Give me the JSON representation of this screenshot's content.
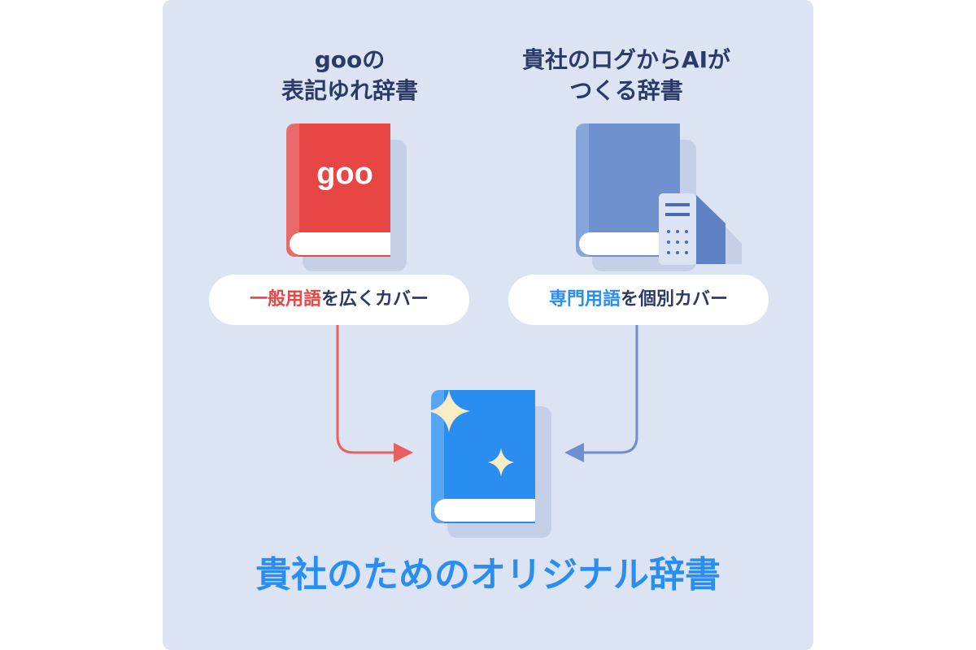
{
  "left_dictionary": {
    "heading_line1": "gooの",
    "heading_line2": "表記ゆれ辞書",
    "book_logo": "goo",
    "caption_highlight": "一般用語",
    "caption_rest": "を広くカバー"
  },
  "right_dictionary": {
    "heading_line1": "貴社のログからAIが",
    "heading_line2": "つくる辞書",
    "caption_highlight": "専門用語",
    "caption_rest": "を個別カバー"
  },
  "result": {
    "title": "貴社のためのオリジナル辞書"
  },
  "colors": {
    "panel_bg": "#dce4f3",
    "heading_text": "#2b3a67",
    "left_accent": "#e84545",
    "right_accent": "#2a8ef0",
    "right_book": "#6f92cf",
    "result_book": "#2a8ef0",
    "sparkle": "#f8ecc4",
    "left_arrow": "#e86060",
    "right_arrow": "#6e8fd0"
  },
  "icons": [
    "goo-logo",
    "document-server-icon",
    "sparkle-icon"
  ]
}
